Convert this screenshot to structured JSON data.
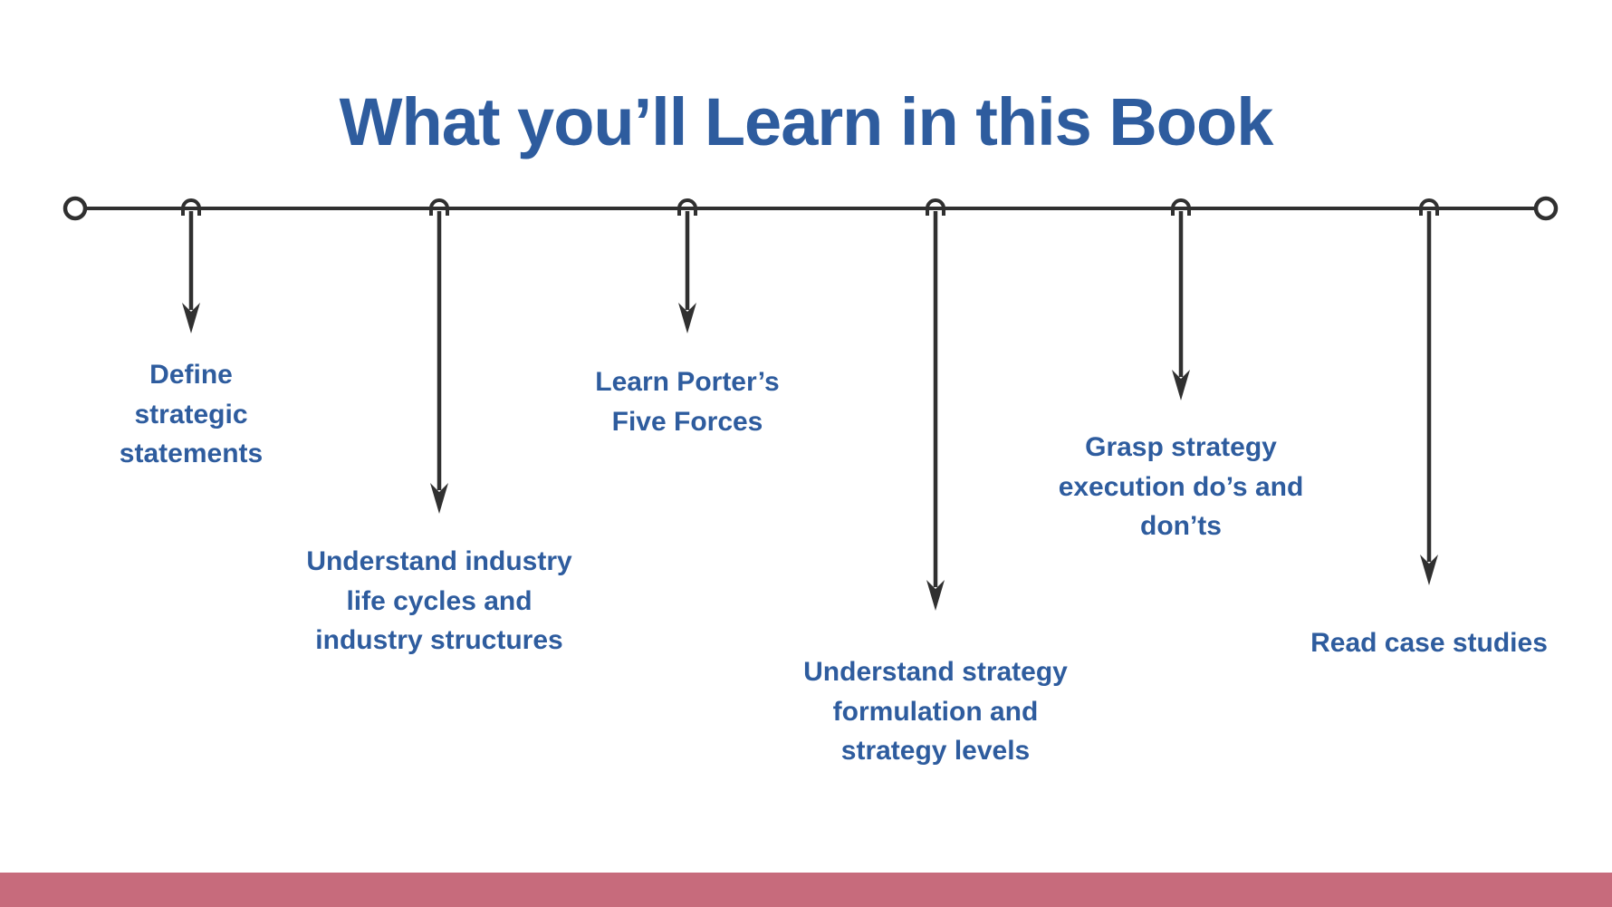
{
  "title": "What you’ll Learn in this Book",
  "items": [
    {
      "label": "Define\nstrategic\nstatements"
    },
    {
      "label": "Understand industry\nlife cycles and\nindustry structures"
    },
    {
      "label": "Learn Porter’s\nFive Forces"
    },
    {
      "label": "Understand strategy\nformulation and\nstrategy levels"
    },
    {
      "label": "Grasp strategy\nexecution do’s and\ndon’ts"
    },
    {
      "label": "Read case studies"
    }
  ],
  "colors": {
    "title_text": "#2e5c9e",
    "item_text": "#2e5c9e",
    "arrow": "#303030",
    "footer_bar": "#c76b7c"
  }
}
